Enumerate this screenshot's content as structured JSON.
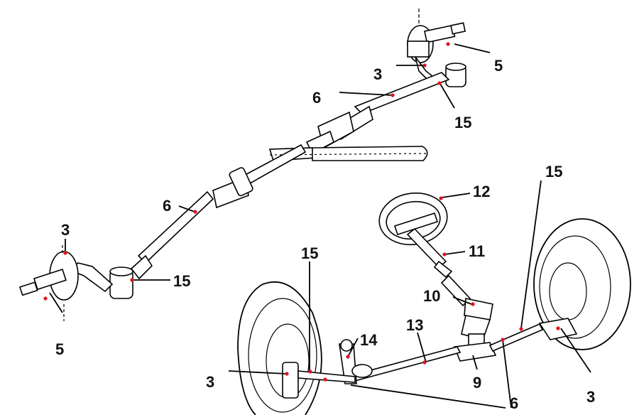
{
  "callouts": {
    "upper_spindle": "5",
    "upper_knuckle_arm": "3",
    "upper_track_rod": "6",
    "upper_ball_joint": "15",
    "mid_track_rod": "6",
    "left_knuckle_arm": "3",
    "left_ball_joint": "15",
    "left_spindle": "5",
    "right_ball_joint": "15",
    "steering_wheel": "12",
    "steering_column": "11",
    "steering_gear": "10",
    "drag_link": "13",
    "idler_arm": "14",
    "center_ball_joint": "15",
    "lower_left_knuckle_arm": "3",
    "pitman_arm": "9",
    "lower_track_rods": "6",
    "lower_right_knuckle_arm": "3"
  },
  "colors": {
    "ink": "#000000",
    "marker": "#e0141e",
    "background": "#ffffff"
  }
}
